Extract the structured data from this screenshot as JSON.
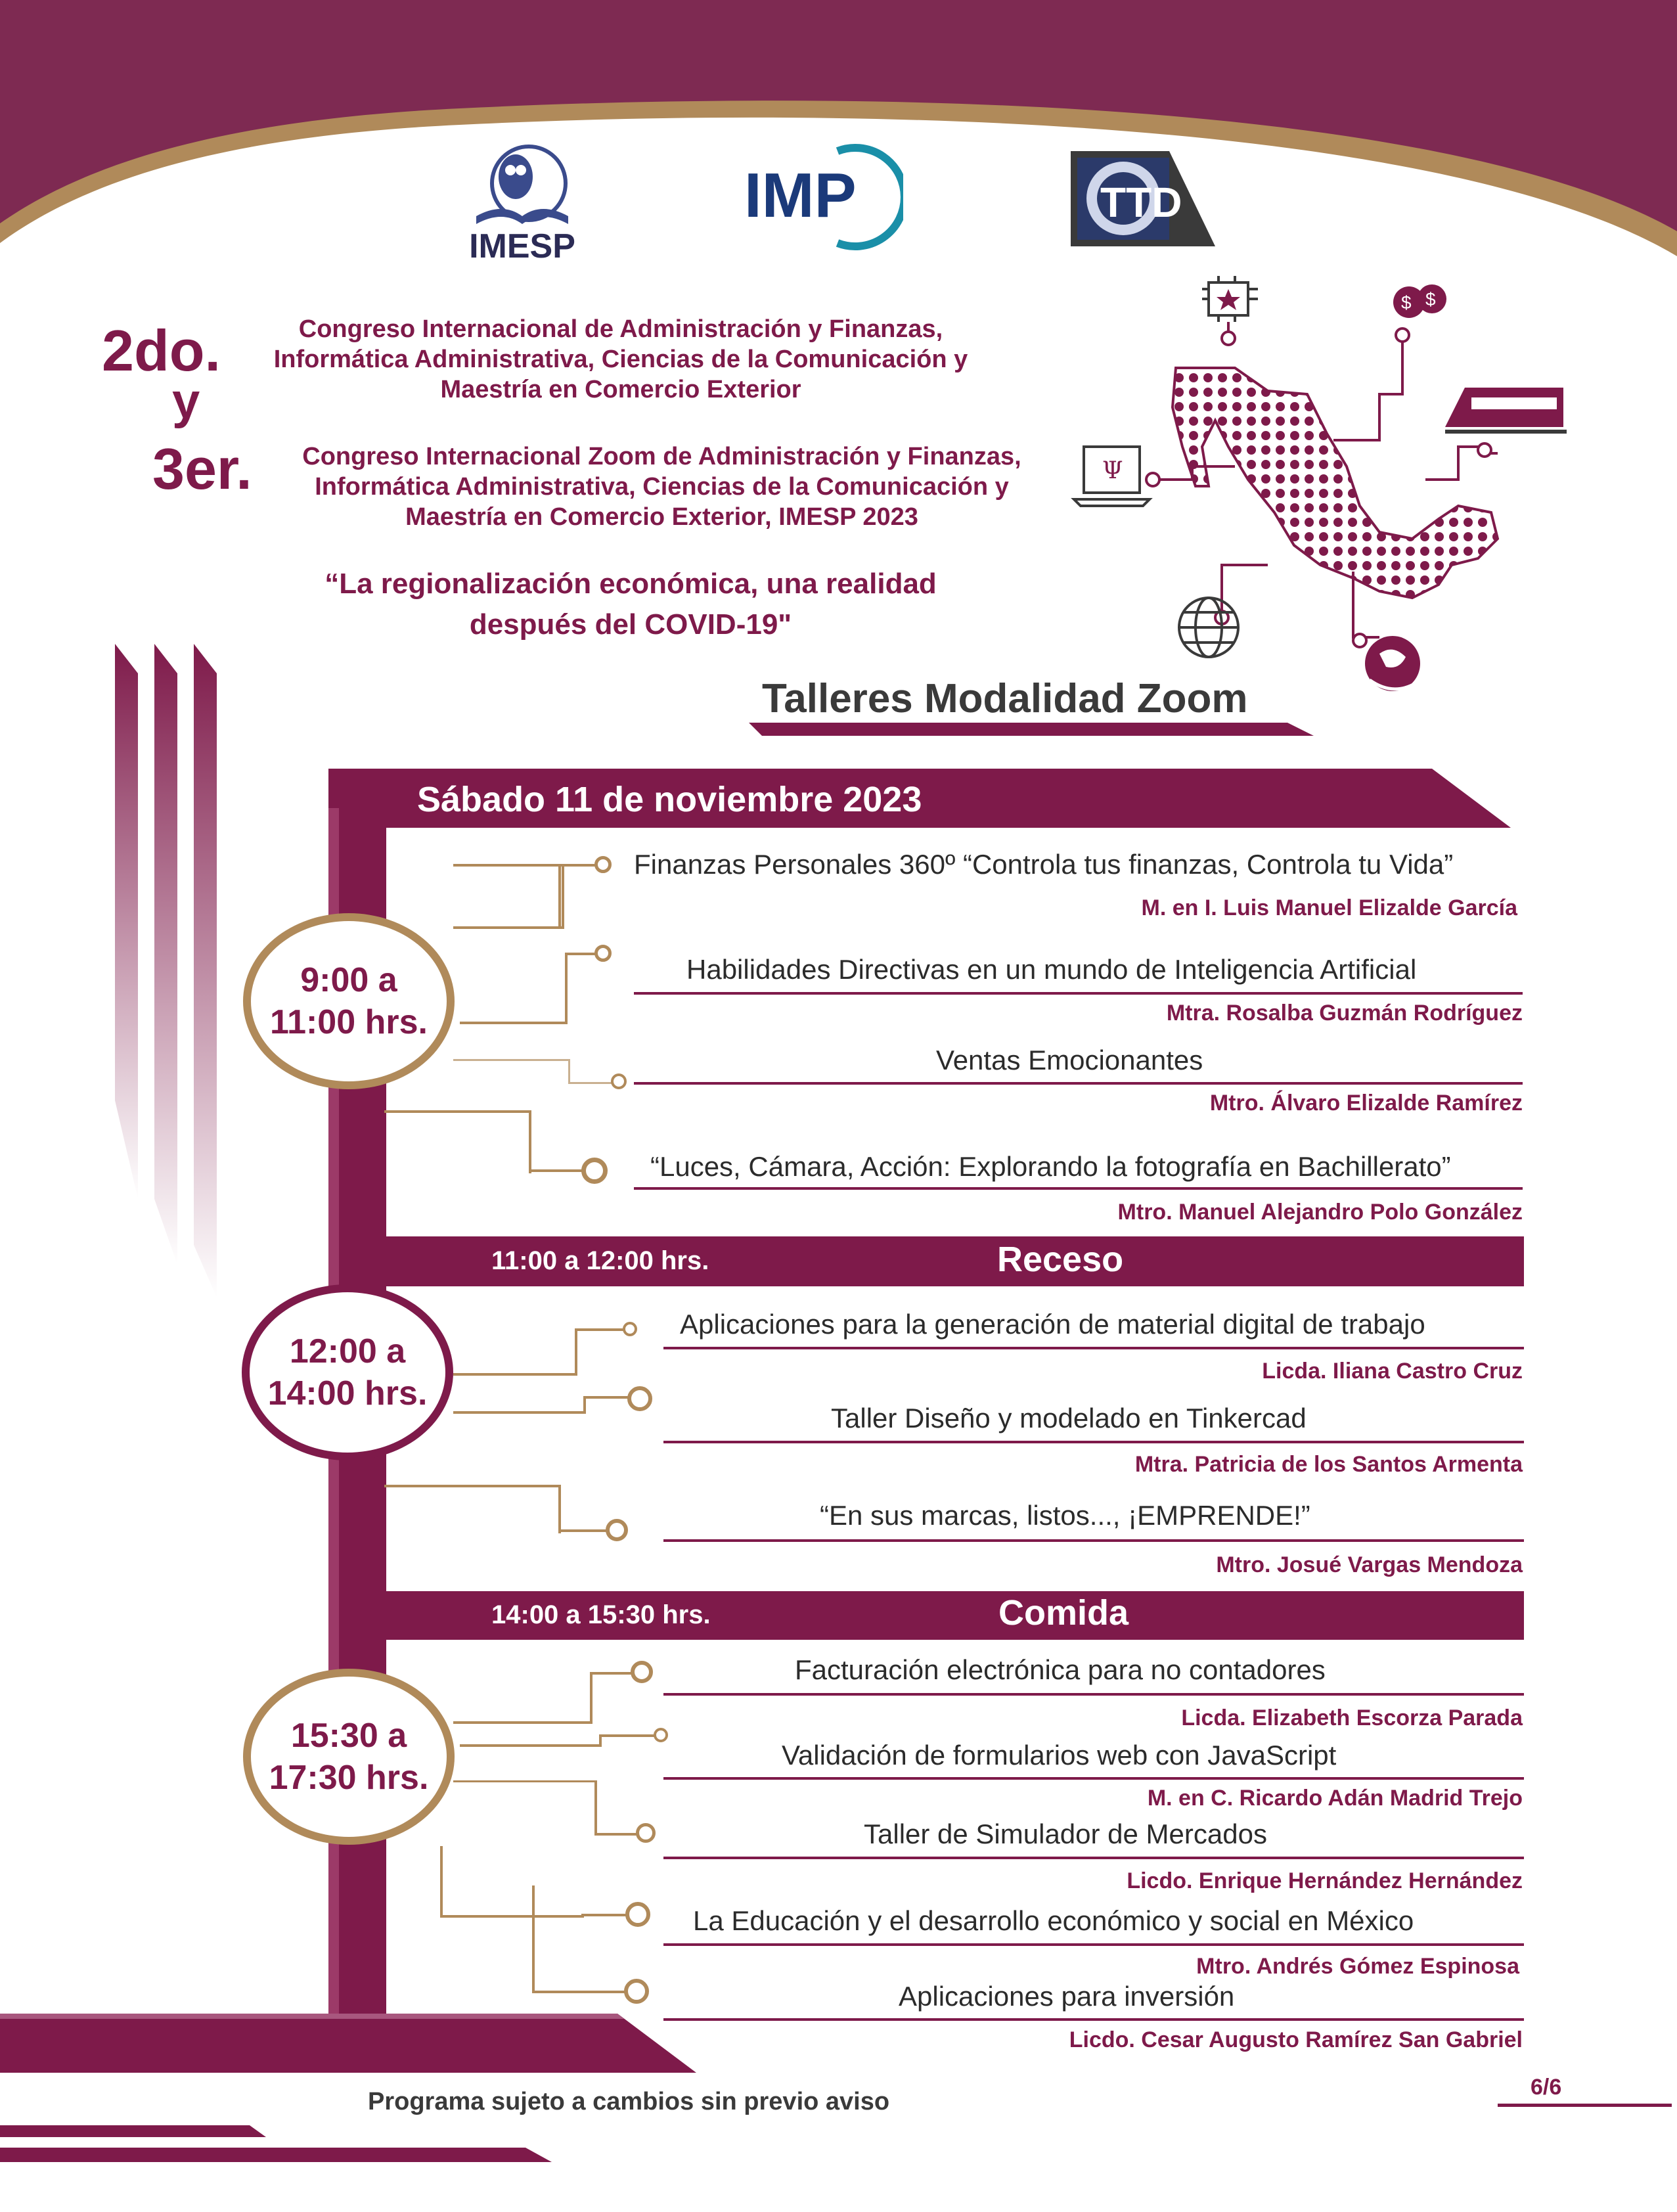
{
  "logos": {
    "imesp": "IMESP",
    "imp": "IMP",
    "ttd": "TTD"
  },
  "header": {
    "num1": "2do.",
    "conj": "y",
    "num2": "3er.",
    "congress1": "Congreso Internacional de Administración y Finanzas, Informática Administrativa, Ciencias de la Comunicación y Maestría en Comercio Exterior",
    "congress2": "Congreso Internacional Zoom de Administración y Finanzas, Informática Administrativa, Ciencias de la Comunicación y Maestría en Comercio Exterior, IMESP 2023",
    "motto": "“La regionalización económica, una realidad después del COVID-19\""
  },
  "section_title": "Talleres Modalidad Zoom",
  "date": "Sábado 11 de noviembre 2023",
  "blocks": [
    {
      "time": "9:00 a 11:00 hrs.",
      "talks": [
        {
          "title": "Finanzas Personales 360º “Controla tus finanzas, Controla tu Vida”",
          "speaker": "M. en I. Luis Manuel Elizalde García"
        },
        {
          "title": "Habilidades Directivas en un mundo de Inteligencia Artificial",
          "speaker": "Mtra. Rosalba Guzmán Rodríguez"
        },
        {
          "title": "Ventas Emocionantes",
          "speaker": "Mtro. Álvaro Elizalde Ramírez"
        },
        {
          "title": "“Luces, Cámara, Acción: Explorando la fotografía en Bachillerato”",
          "speaker": "Mtro. Manuel Alejandro Polo González"
        }
      ]
    },
    {
      "time": "12:00 a 14:00 hrs.",
      "talks": [
        {
          "title": "Aplicaciones para la generación de material digital de trabajo",
          "speaker": "Licda. Iliana Castro Cruz"
        },
        {
          "title": "Taller Diseño y modelado en Tinkercad",
          "speaker": "Mtra. Patricia de los Santos Armenta"
        },
        {
          "title": "“En sus marcas, listos..., ¡EMPRENDE!”",
          "speaker": "Mtro. Josué Vargas Mendoza"
        }
      ]
    },
    {
      "time": "15:30 a 17:30 hrs.",
      "talks": [
        {
          "title": "Facturación electrónica para no contadores",
          "speaker": "Licda. Elizabeth Escorza Parada"
        },
        {
          "title": "Validación de formularios web con JavaScript",
          "speaker": "M. en C. Ricardo Adán Madrid Trejo"
        },
        {
          "title": "Taller de Simulador de Mercados",
          "speaker": "Licdo. Enrique Hernández Hernández"
        },
        {
          "title": "La Educación y el desarrollo económico y social en México",
          "speaker": "Mtro. Andrés Gómez Espinosa"
        },
        {
          "title": "Aplicaciones para inversión",
          "speaker": "Licdo. Cesar Augusto Ramírez San Gabriel"
        }
      ]
    }
  ],
  "breaks": [
    {
      "time": "11:00 a 12:00 hrs.",
      "label": "Receso"
    },
    {
      "time": "14:00 a 15:30 hrs.",
      "label": "Comida"
    }
  ],
  "footer": {
    "note": "Programa sujeto a cambios sin previo aviso",
    "page": "6/6"
  },
  "colors": {
    "maroon": "#7e1a4a",
    "gold": "#b08a5a"
  },
  "icons": [
    "microchip-icon",
    "money-icon",
    "train-icon",
    "computer-icon",
    "globe-icon",
    "world-hand-icon",
    "mexico-map-icon"
  ]
}
